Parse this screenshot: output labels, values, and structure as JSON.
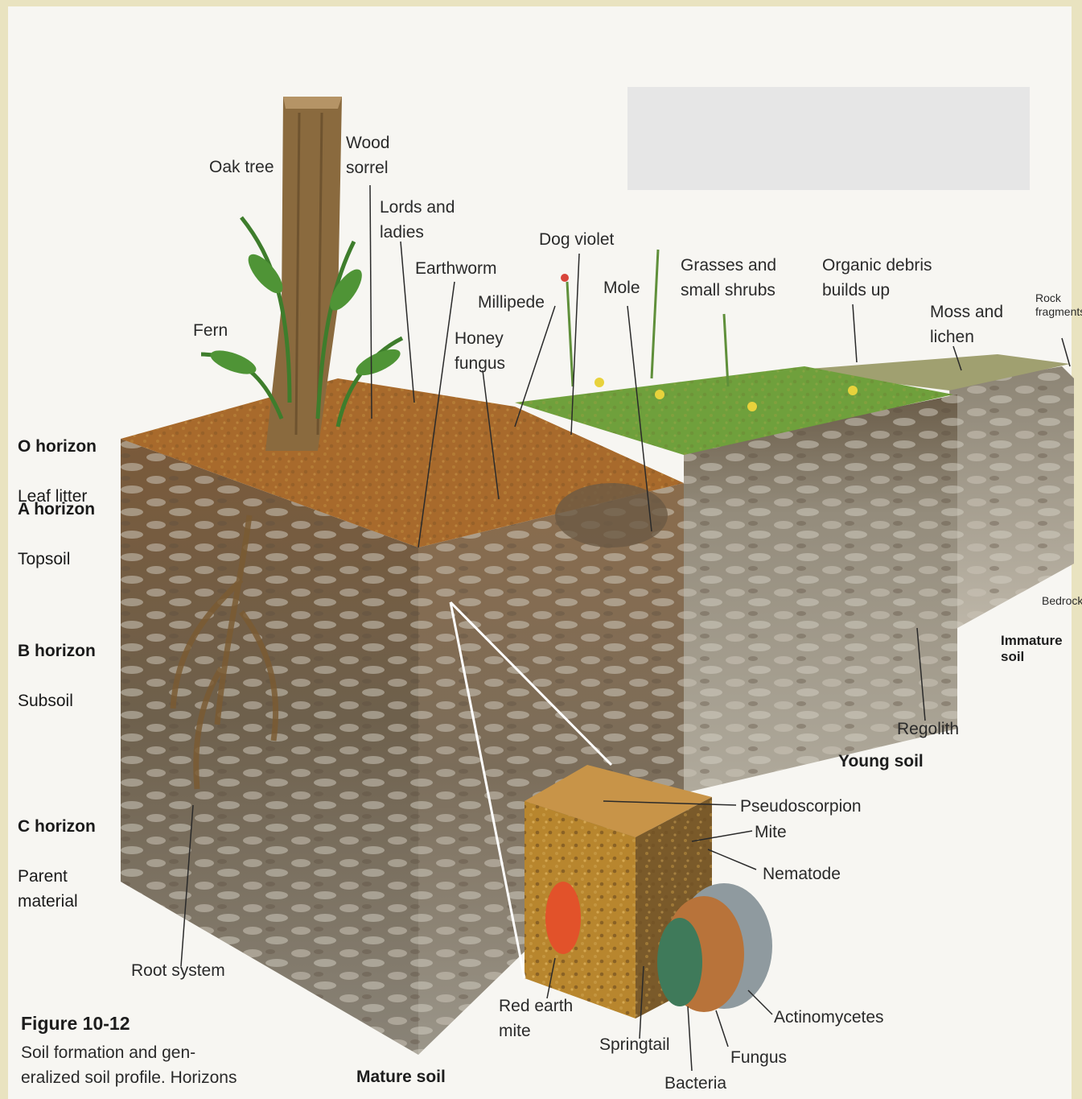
{
  "horizons": [
    {
      "name": "O horizon",
      "desc": "Leaf litter"
    },
    {
      "name": "A horizon",
      "desc": "Topsoil"
    },
    {
      "name": "B horizon",
      "desc": "Subsoil"
    },
    {
      "name": "C horizon",
      "desc": "Parent\nmaterial"
    }
  ],
  "labels": {
    "oak_tree": "Oak tree",
    "wood_sorrel": "Wood\nsorrel",
    "lords_ladies": "Lords and\nladies",
    "dog_violet": "Dog violet",
    "earthworm": "Earthworm",
    "millipede": "Millipede",
    "mole": "Mole",
    "fern": "Fern",
    "honey_fungus": "Honey\nfungus",
    "grasses": "Grasses and\nsmall shrubs",
    "organic_debris": "Organic debris\nbuilds up",
    "moss_lichen": "Moss and\nlichen",
    "rock_fragments": "Rock\nfragments",
    "bedrock": "Bedrock",
    "regolith": "Regolith",
    "pseudoscorpion": "Pseudoscorpion",
    "mite": "Mite",
    "nematode": "Nematode",
    "root_system": "Root system",
    "red_earth_mite": "Red earth\nmite",
    "springtail": "Springtail",
    "fungus": "Fungus",
    "actinomycetes": "Actinomycetes",
    "bacteria": "Bacteria"
  },
  "captions": {
    "immature_soil": "Immature soil",
    "young_soil": "Young soil",
    "mature_soil": "Mature soil"
  },
  "figure": {
    "number": "Figure 10-12",
    "text": "Soil formation and gen-\neralized soil profile. Horizons"
  },
  "colors": {
    "page_border": "#e9e3c0",
    "litter": "#a86a2c",
    "soil_dark": "#6b5a45",
    "rock": "#9a9488",
    "grass": "#6fa03c"
  }
}
